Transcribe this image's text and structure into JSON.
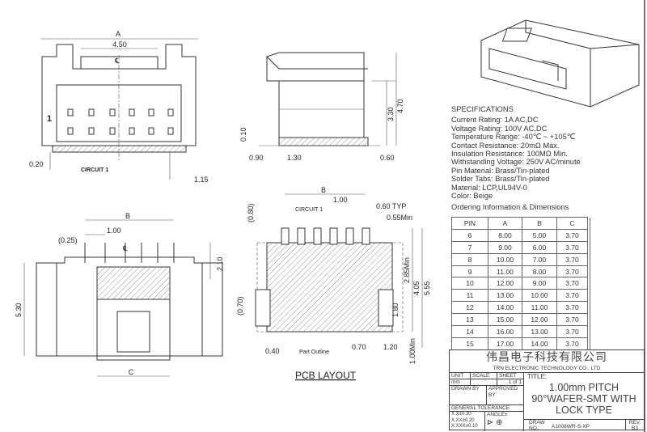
{
  "drawing": {
    "front_view": {
      "A": "A",
      "dim_450": "4.50",
      "center": "℄",
      "pin1": "1",
      "dim_020": "0.20",
      "circuit1": "CIRCUIT 1",
      "dim_115": "1.15"
    },
    "side_view": {
      "dim_010": "0.10",
      "dim_090": "0.90",
      "dim_130": "1.30",
      "dim_060": "0.60",
      "dim_330": "3.30",
      "dim_470": "4.70"
    },
    "bottom_view": {
      "B": "B",
      "dim_100": "1.00",
      "dim_025": "(0.25)",
      "center": "℄",
      "dim_210": "2.10",
      "dim_530": "5.30",
      "C": "C"
    },
    "pcb_layout": {
      "B": "B",
      "dim_100": "1.00",
      "dim_080": "(0.80)",
      "circuit1": "CIRCUIT 1",
      "dim_060typ": "0.60 TYP",
      "dim_055min": "0.55Min",
      "dim_285min": "2.85Min",
      "dim_405": "4.05",
      "dim_555": "5.55",
      "dim_070p": "(0.70)",
      "dim_180": "1.80",
      "dim_040": "0.40",
      "part_outline": "Part Outline",
      "dim_070": "0.70",
      "dim_120": "1.20",
      "dim_100min": "1.00Min",
      "title": "PCB LAYOUT"
    }
  },
  "specifications": {
    "heading": "SPECIFICATIONS",
    "lines": [
      "Current Rating: 1A AC,DC",
      "Voltage Rating: 100V AC,DC",
      "Temperature Range: -40℃ ~ +105℃",
      "Contact Resistance: 20mΩ Max.",
      "Insulation Resistance: 100MΩ Min.",
      "Withstanding Voltage: 250V AC/minute",
      "Pin Material: Brass/Tin-plated",
      "Solder Tabs: Brass/Tin-plated",
      "Material: LCP,UL94V-0",
      "Color: Beige"
    ],
    "ordering_heading": "Ordering Information & Dimensions"
  },
  "ordering_table": {
    "headers": [
      "PIN",
      "A",
      "B",
      "C"
    ],
    "rows": [
      [
        "6",
        "8.00",
        "5.00",
        "3.70"
      ],
      [
        "7",
        "9.00",
        "6.00",
        "3.70"
      ],
      [
        "8",
        "10.00",
        "7.00",
        "3.70"
      ],
      [
        "9",
        "11.00",
        "8.00",
        "3.70"
      ],
      [
        "10",
        "12.00",
        "9.00",
        "3.70"
      ],
      [
        "11",
        "13.00",
        "10.00",
        "3.70"
      ],
      [
        "12",
        "14.00",
        "11.00",
        "3.70"
      ],
      [
        "13",
        "15.00",
        "12.00",
        "3.70"
      ],
      [
        "14",
        "16.00",
        "13.00",
        "3.70"
      ],
      [
        "15",
        "17.00",
        "14.00",
        "3.70"
      ]
    ]
  },
  "title_block": {
    "company_cn": "伟昌电子科技有限公司",
    "company_en": "TRN ELECTRONIC TECHNOLOGY CO., LTD",
    "unit_label": "UNIT",
    "scale_label": "SCALE",
    "sheet_label": "SHEET",
    "unit": "mm",
    "scale": "",
    "sheet": "1 of 1",
    "drawn_by": "DRAWN BY",
    "approved_by": "APPROVED BY",
    "general_tolerance": "GENERAL TOLERANCE",
    "tol1": "X.X±0.30",
    "tol2": "X.XX±0.20",
    "tol3": "X.XXX±0.10",
    "angle": "ANGLE±",
    "title_label": "TITLE:",
    "title_lines": [
      "1.00mm PITCH",
      "90°WAFER-SMT WITH",
      "LOCK TYPE"
    ],
    "draw_no_label": "DRAW NO.:",
    "draw_no": "A1008WR-S-XP",
    "rev_label": "REV.",
    "rev": "B3"
  }
}
